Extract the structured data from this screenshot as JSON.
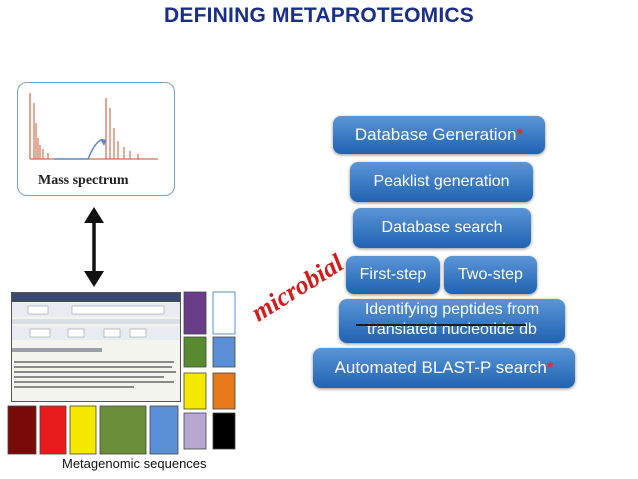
{
  "title": "DEFINING METAPROTEOMICS",
  "mass_spectrum": {
    "label": "Mass spectrum"
  },
  "metagenomic": {
    "label": "Metagenomic sequences"
  },
  "side_note": "microbial",
  "steps": [
    {
      "label": "Database Generation",
      "star": "*"
    },
    {
      "label": "Peaklist generation"
    },
    {
      "label": "Database search"
    },
    {
      "label": "First-step"
    },
    {
      "label": "Two-step"
    },
    {
      "line1": "Identifying peptides from",
      "line2": "translated nucleotide db"
    },
    {
      "label": "Automated BLAST-P search",
      "star": "*"
    }
  ],
  "colors": {
    "title": "#1a2f8a",
    "step_fill": "#2a6fc0",
    "star": "#e52a2a",
    "microbial": "#d21c1c",
    "swatches": [
      "#7a0a0a",
      "#e81c1c",
      "#f5e800",
      "#6b8e3a",
      "#5b8fd6",
      "#b8a8d0",
      "#000000",
      "#6a3d8a",
      "#ffffff",
      "#5a8a30",
      "#5b8fd6",
      "#f5e800",
      "#e87a1c"
    ]
  }
}
